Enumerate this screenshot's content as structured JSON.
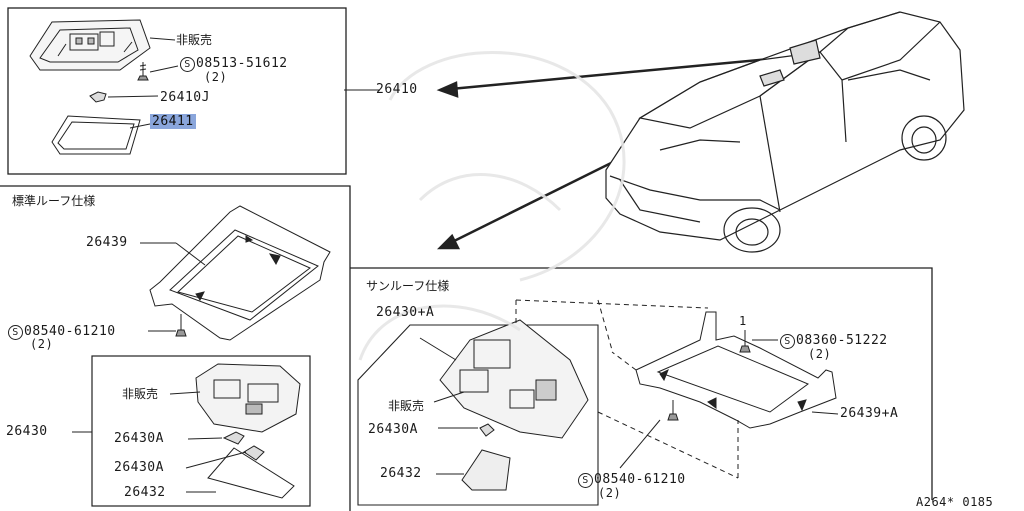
{
  "parts": {
    "p26410": "26410",
    "p26410j": "26410J",
    "p26411": "26411",
    "p26439": "26439",
    "p26430": "26430",
    "p26430a": "26430A",
    "p26432": "26432",
    "p26430pa": "26430+A",
    "p26439pa": "26439+A",
    "not_for_sale": "非販売",
    "screw1_no": "08513-51612",
    "screw2_no": "08540-61210",
    "screw3_no": "08360-51222",
    "screw_marker": "S",
    "qty2": "(2)",
    "qty1": "1"
  },
  "sections": {
    "standard_roof": "標準ルーフ仕様",
    "sunroof": "サンルーフ仕様"
  },
  "footer": {
    "code": "A264* 0185"
  }
}
